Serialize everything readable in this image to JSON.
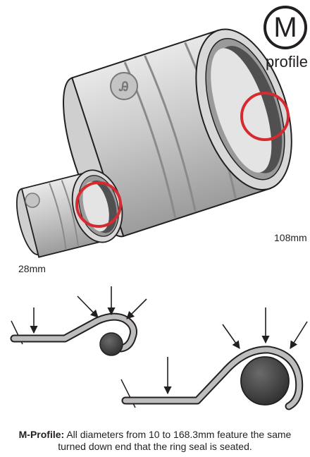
{
  "badge": {
    "letter": "M",
    "word": "profile"
  },
  "sizes": {
    "large": "108mm",
    "small": "28mm"
  },
  "caption": {
    "bold": "M-Profile:",
    "text": "All diameters from 10 to 168.3mm feature the same turned down end that the ring seal is seated."
  },
  "colors": {
    "highlight": "#d72a30",
    "metal": "#bdbdbd",
    "seal": "#444444",
    "ink": "#231f20"
  },
  "icons": [
    "pressure-arrow-icon",
    "logo-mark-icon"
  ]
}
